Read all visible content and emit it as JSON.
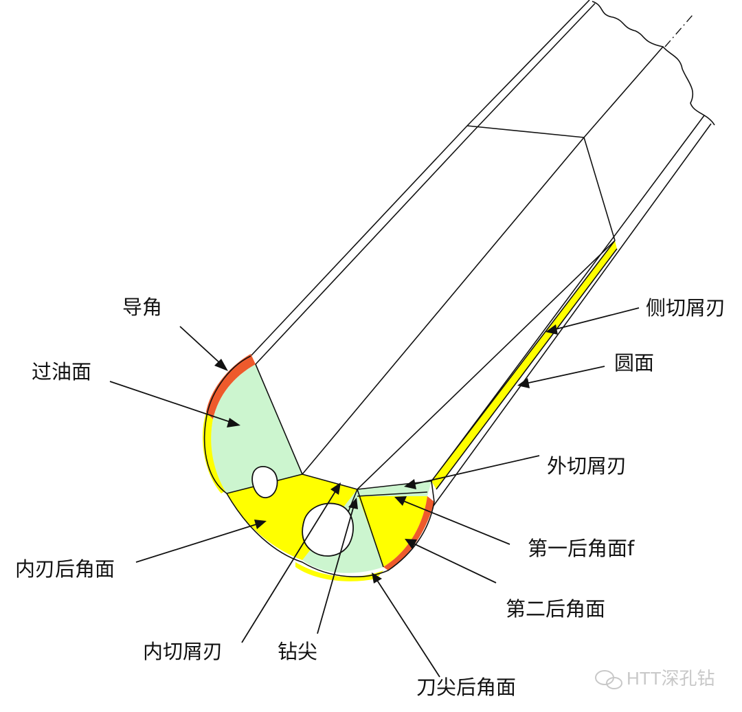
{
  "labels": {
    "chamfer": "导角",
    "oil_face": "过油面",
    "side_chip_edge": "侧切屑刃",
    "round_face": "圆面",
    "outer_chip_edge": "外切屑刃",
    "first_relief_face": "第一后角面f",
    "second_relief_face": "第二后角面",
    "inner_relief_face": "内刃后角面",
    "inner_chip_edge": "内切屑刃",
    "drill_tip": "钻尖",
    "tip_relief_face": "刀尖后角面"
  },
  "watermark": "HTT深孔钻",
  "colors": {
    "green_face": "#ccf5cf",
    "yellow_face": "#ffff00",
    "red_chamfer": "#ee5a2c",
    "outline": "#111111",
    "watermark": "#c8c8c8"
  }
}
